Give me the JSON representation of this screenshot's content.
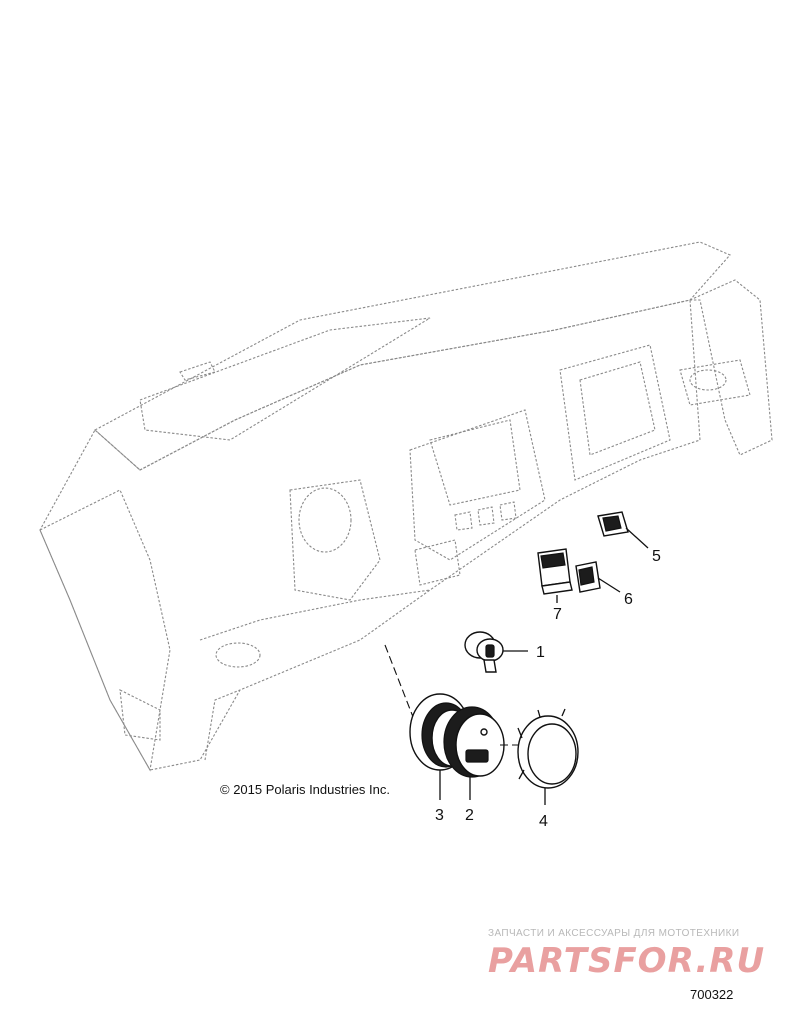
{
  "copyright": "© 2015 Polaris Industries Inc.",
  "figure_number": "700322",
  "watermark": {
    "tagline": "ЗАПЧАСТИ И АКСЕССУАРЫ ДЛЯ МОТОТЕХНИКИ",
    "brand": "PARTSFOR.RU"
  },
  "callouts": {
    "c1": "1",
    "c2": "2",
    "c3": "3",
    "c4": "4",
    "c5": "5",
    "c6": "6",
    "c7": "7"
  }
}
